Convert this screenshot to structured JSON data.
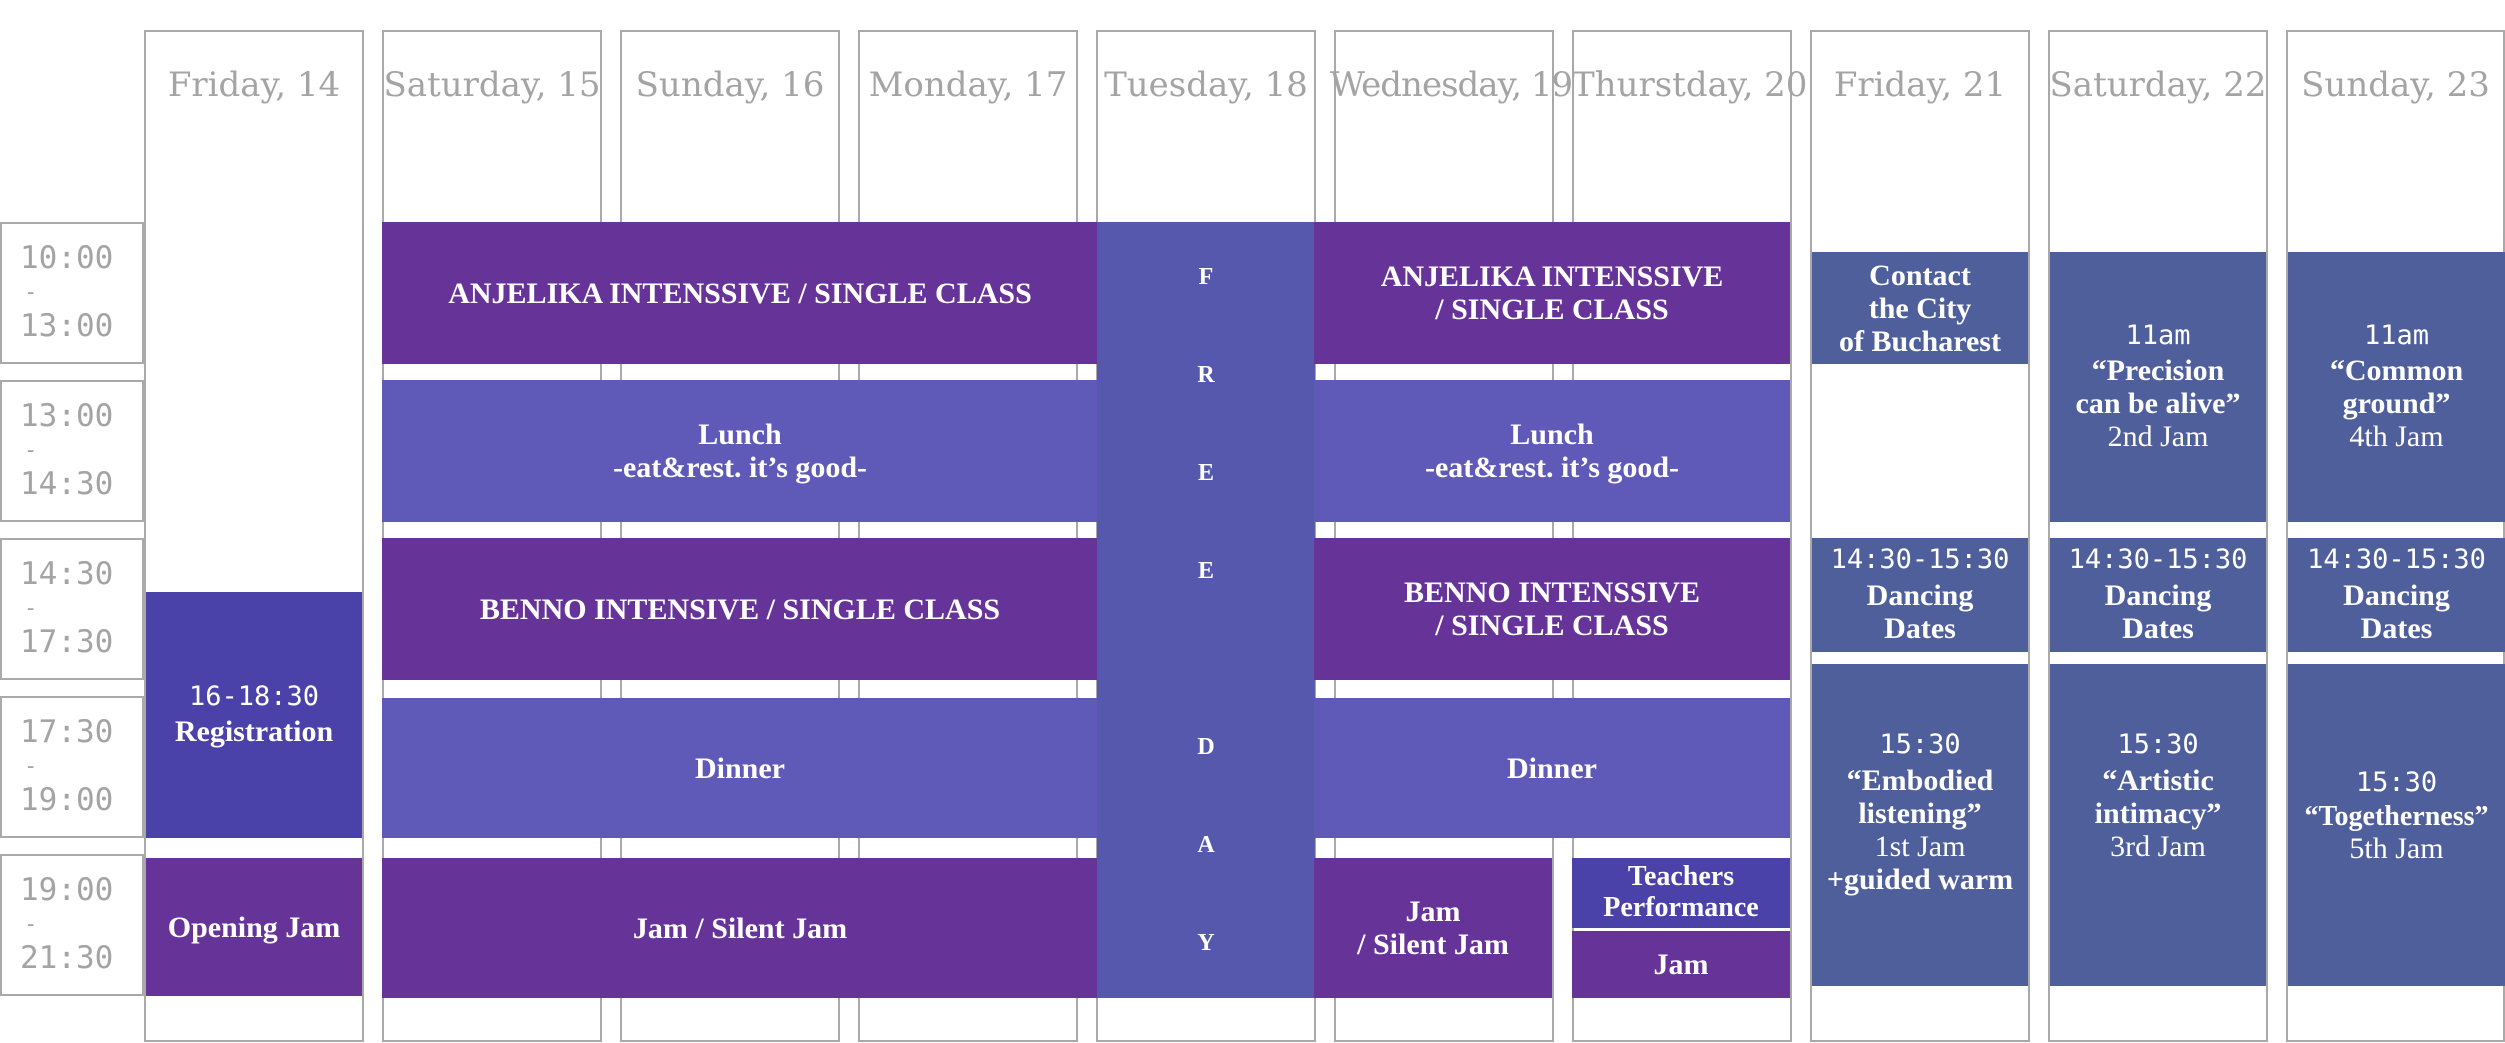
{
  "days": [
    "Friday, 14",
    "Saturday, 15",
    "Sunday, 16",
    "Monday, 17",
    "Tuesday, 18",
    "Wednesday, 19",
    "Thurstday, 20",
    "Friday, 21",
    "Saturday, 22",
    "Sunday, 23"
  ],
  "times": [
    {
      "start": "10:00",
      "sep": "-",
      "end": "13:00"
    },
    {
      "start": "13:00",
      "sep": "-",
      "end": "14:30"
    },
    {
      "start": "14:30",
      "sep": "-",
      "end": "17:30"
    },
    {
      "start": "17:30",
      "sep": "-",
      "end": "19:00"
    },
    {
      "start": "19:00",
      "sep": "-",
      "end": "21:30"
    }
  ],
  "blocks": {
    "friday14": {
      "reg_time": "16-18:30",
      "reg_label": "Registration",
      "opening_jam": "Opening Jam"
    },
    "workshop1": {
      "morning": "ANJELIKA INTENSSIVE / SINGLE CLASS",
      "lunch_title": "Lunch",
      "lunch_sub": "-eat&rest. it’s good-",
      "afternoon": "BENNO INTENSIVE / SINGLE CLASS",
      "dinner": "Dinner",
      "evening": "Jam / Silent Jam"
    },
    "free_day": [
      "F",
      "R",
      "E",
      "E",
      "D",
      "A",
      "Y"
    ],
    "workshop2": {
      "morning_l1": "ANJELIKA INTENSSIVE",
      "morning_l2": "/ SINGLE CLASS",
      "lunch_title": "Lunch",
      "lunch_sub": "-eat&rest. it’s good-",
      "afternoon_l1": "BENNO INTENSSIVE",
      "afternoon_l2": "/ SINGLE CLASS",
      "dinner": "Dinner",
      "wed_jam_l1": "Jam",
      "wed_jam_l2": "/ Silent Jam",
      "thu_perf_l1": "Teachers",
      "thu_perf_l2": "Performance",
      "thu_jam": "Jam"
    },
    "friday21": {
      "contact_l1": "Contact",
      "contact_l2": "the City",
      "contact_l3": "of Bucharest",
      "dates_time": "14:30-15:30",
      "dates_l1": "Dancing",
      "dates_l2": "Dates",
      "jam_time": "15:30",
      "jam_l1": "“Embodied",
      "jam_l2": "listening”",
      "jam_l3": "1st Jam",
      "jam_l4": "+guided warm"
    },
    "saturday22": {
      "morning_time": "11am",
      "morning_l1": "“Precision",
      "morning_l2": "can be alive”",
      "morning_l3": "2nd Jam",
      "dates_time": "14:30-15:30",
      "dates_l1": "Dancing",
      "dates_l2": "Dates",
      "jam_time": "15:30",
      "jam_l1": "“Artistic",
      "jam_l2": "intimacy”",
      "jam_l3": "3rd Jam"
    },
    "sunday23": {
      "morning_time": "11am",
      "morning_l1": "“Common",
      "morning_l2": "ground”",
      "morning_l3": "4th Jam",
      "dates_time": "14:30-15:30",
      "dates_l1": "Dancing",
      "dates_l2": "Dates",
      "jam_time": "15:30",
      "jam_l1": "“Togetherness”",
      "jam_l2": "5th Jam"
    }
  },
  "colors": {
    "purple": "#663399",
    "lavender": "#5f5ab7",
    "steel_blue": "#4f5f9c",
    "indigo": "#4a42a8",
    "free_day": "#5658ad",
    "border_gray": "#a9a9a9",
    "label_gray": "#a4a4a4"
  }
}
